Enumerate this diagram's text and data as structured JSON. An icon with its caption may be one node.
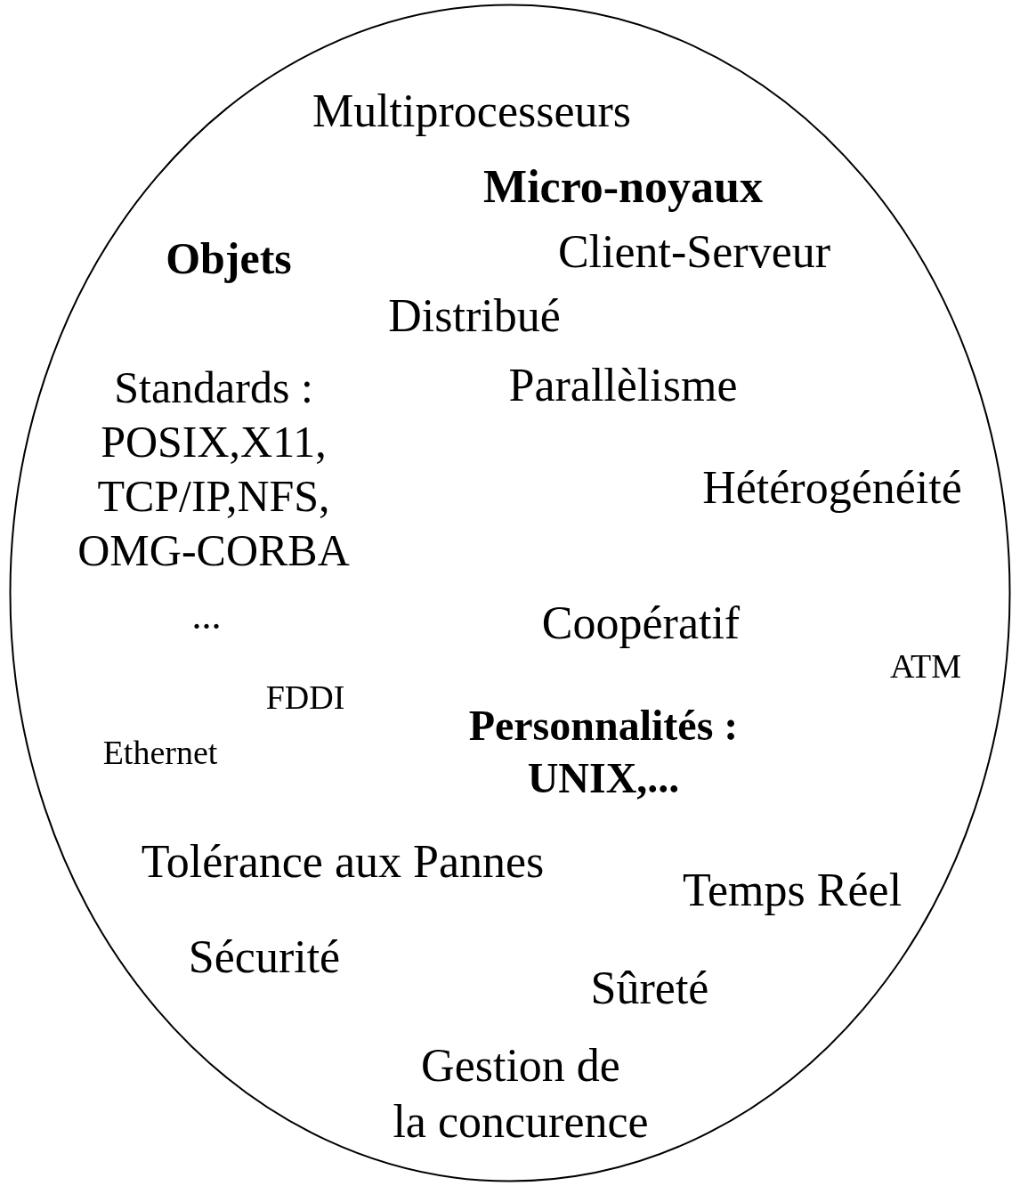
{
  "diagram": {
    "nodes": [
      {
        "text": [
          "Multiprocesseurs",
          "Micro-noyaux",
          "Objets",
          "Client-Serveur",
          "Distribué",
          "Parallèlisme",
          "Standards : POSIX,X11, TCP/IP,NFS, OMG-CORBA",
          "Hétérogénéité",
          "Coopératif",
          "...",
          "ATM",
          "FDDI",
          "Ethernet",
          "Personnalités : UNIX,...",
          "Tolérance aux Pannes",
          "Temps Réel",
          "Sécurité",
          "Sûreté",
          "Gestion de la concurence"
        ]
      }
    ]
  }
}
